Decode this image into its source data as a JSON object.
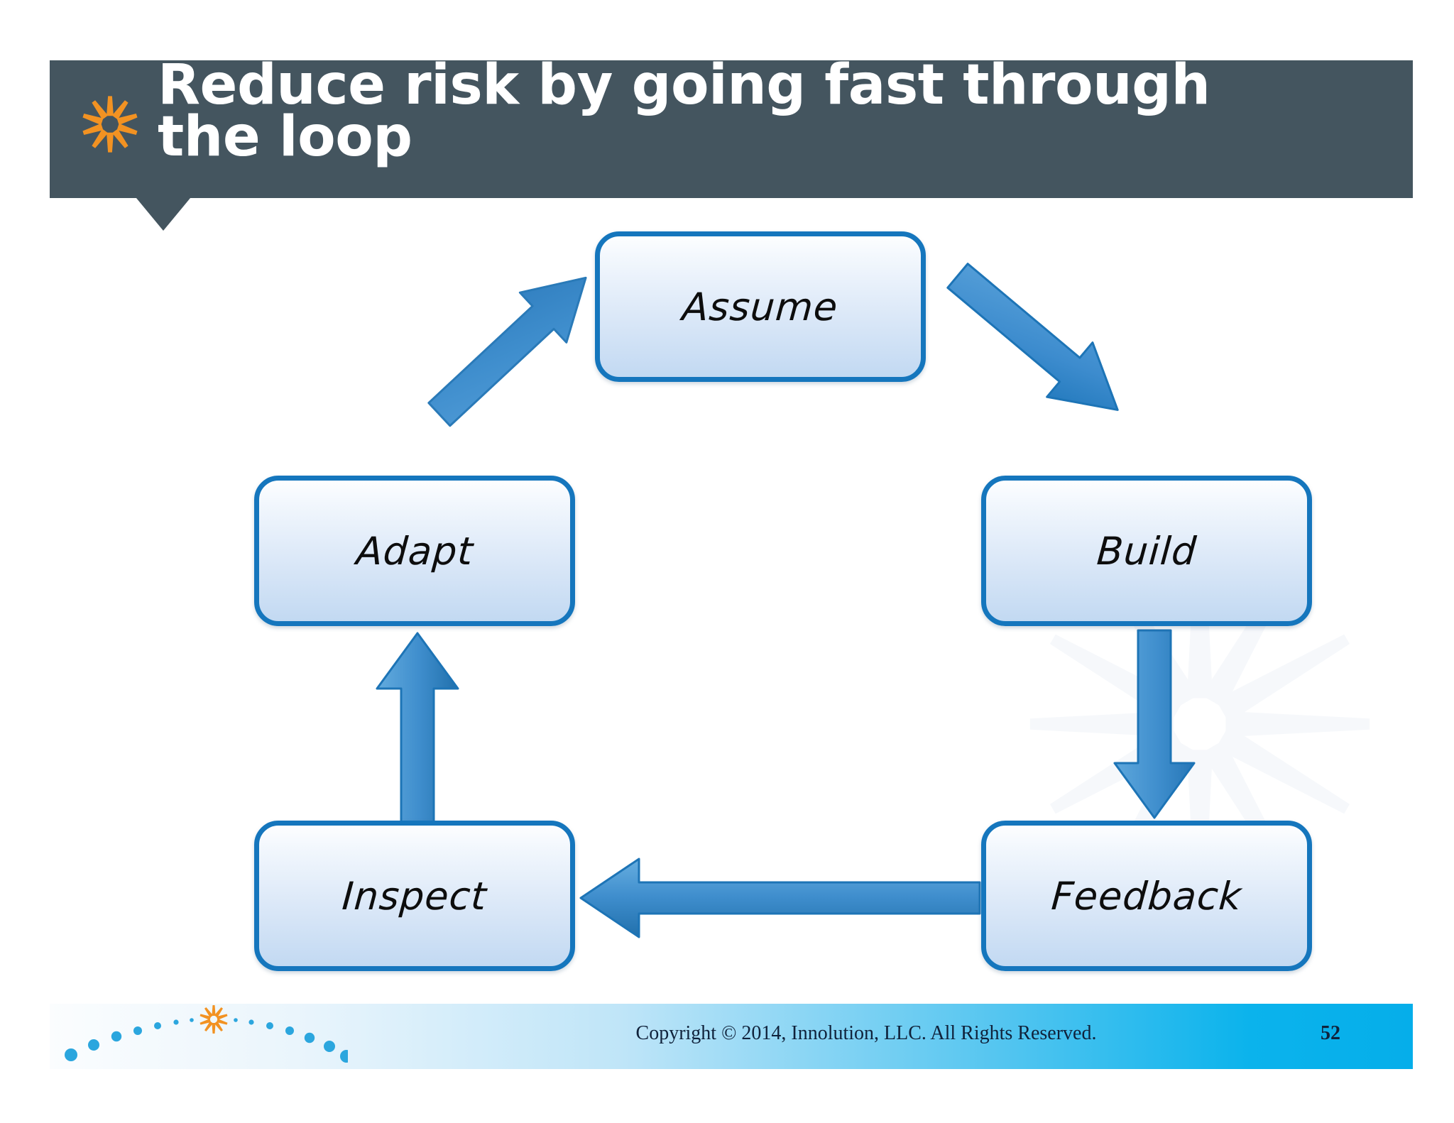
{
  "slide": {
    "title": "Reduce risk by going fast through\nthe loop",
    "brand_icon": "starburst-icon",
    "accent_orange": "#F29222",
    "title_bar_color": "#44555F",
    "node_border_color": "#1576BD",
    "arrow_color": "#3C8DCC"
  },
  "diagram": {
    "type": "cycle",
    "nodes": [
      {
        "id": "assume",
        "label": "Assume"
      },
      {
        "id": "build",
        "label": "Build"
      },
      {
        "id": "feedback",
        "label": "Feedback"
      },
      {
        "id": "inspect",
        "label": "Inspect"
      },
      {
        "id": "adapt",
        "label": "Adapt"
      }
    ],
    "edges": [
      {
        "from": "assume",
        "to": "build",
        "name": "arrow-assume-to-build",
        "direction": "down-right"
      },
      {
        "from": "build",
        "to": "feedback",
        "name": "arrow-build-to-feedback",
        "direction": "down"
      },
      {
        "from": "feedback",
        "to": "inspect",
        "name": "arrow-feedback-to-inspect",
        "direction": "left"
      },
      {
        "from": "inspect",
        "to": "adapt",
        "name": "arrow-inspect-to-adapt",
        "direction": "up"
      },
      {
        "from": "adapt",
        "to": "assume",
        "name": "arrow-adapt-to-assume",
        "direction": "up-right"
      }
    ]
  },
  "footer": {
    "copyright": "Copyright © 2014, Innolution, LLC. All Rights Reserved.",
    "page_number": "52"
  }
}
